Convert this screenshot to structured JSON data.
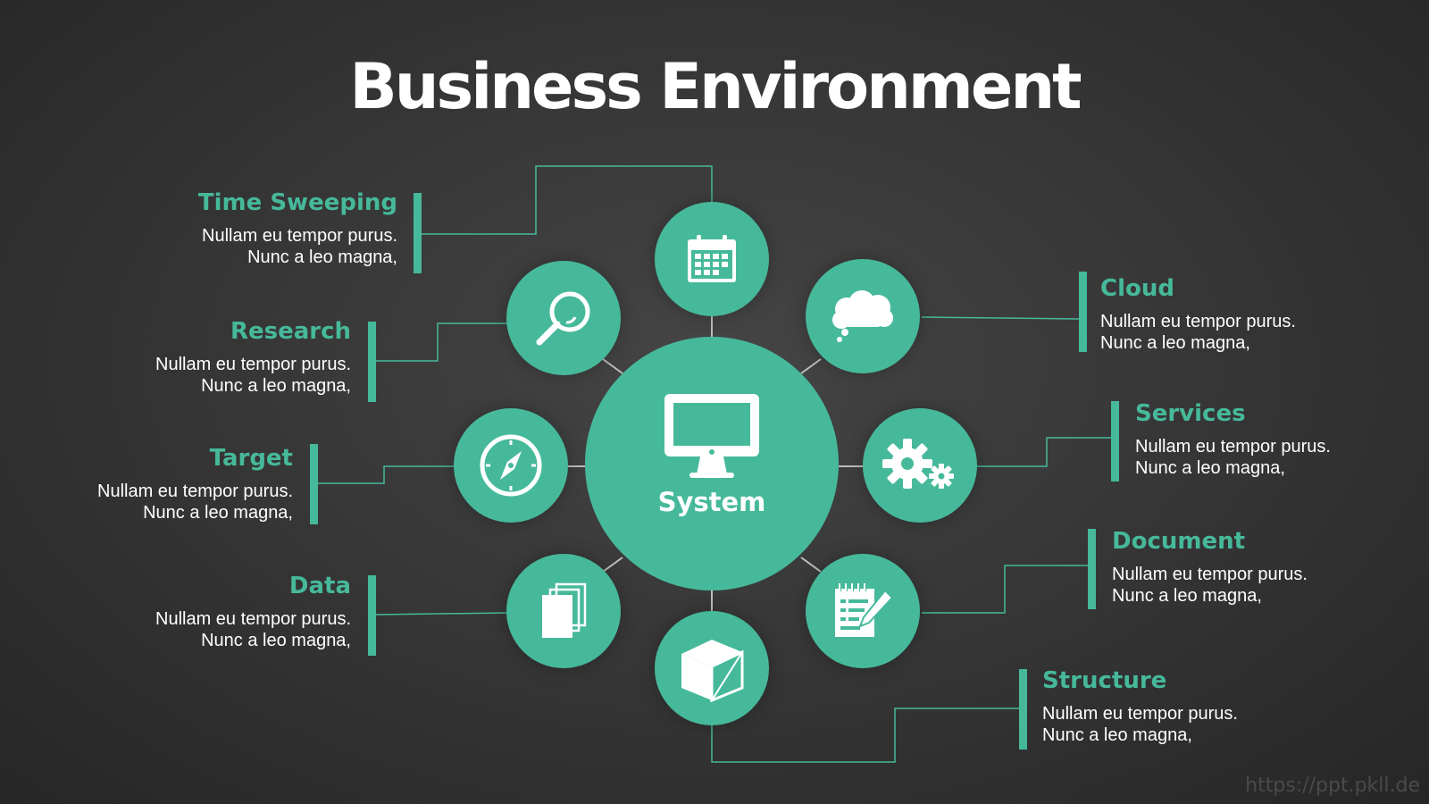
{
  "title": "Business Environment",
  "center": {
    "label": "System",
    "icon": "monitor-icon"
  },
  "items": [
    {
      "title": "Time Sweeping",
      "line1": "Nullam eu tempor purus.",
      "line2": "Nunc a leo magna,",
      "icon": "calendar-icon"
    },
    {
      "title": "Research",
      "line1": "Nullam eu tempor purus.",
      "line2": "Nunc a leo magna,",
      "icon": "magnifier-icon"
    },
    {
      "title": "Target",
      "line1": "Nullam eu tempor purus.",
      "line2": "Nunc a leo magna,",
      "icon": "compass-icon"
    },
    {
      "title": "Data",
      "line1": "Nullam eu tempor purus.",
      "line2": "Nunc a leo magna,",
      "icon": "documents-icon"
    },
    {
      "title": "Cloud",
      "line1": "Nullam eu tempor purus.",
      "line2": "Nunc a leo magna,",
      "icon": "cloud-icon"
    },
    {
      "title": "Services",
      "line1": "Nullam eu tempor purus.",
      "line2": "Nunc a leo magna,",
      "icon": "gears-icon"
    },
    {
      "title": "Document",
      "line1": "Nullam eu tempor purus.",
      "line2": "Nunc a leo magna,",
      "icon": "notepad-icon"
    },
    {
      "title": "Structure",
      "line1": "Nullam eu tempor purus.",
      "line2": "Nunc a leo magna,",
      "icon": "cube-icon"
    }
  ],
  "colors": {
    "accent": "#46b99b",
    "background": "#353535",
    "text": "#ffffff"
  },
  "watermark": "https://ppt.pkll.de"
}
